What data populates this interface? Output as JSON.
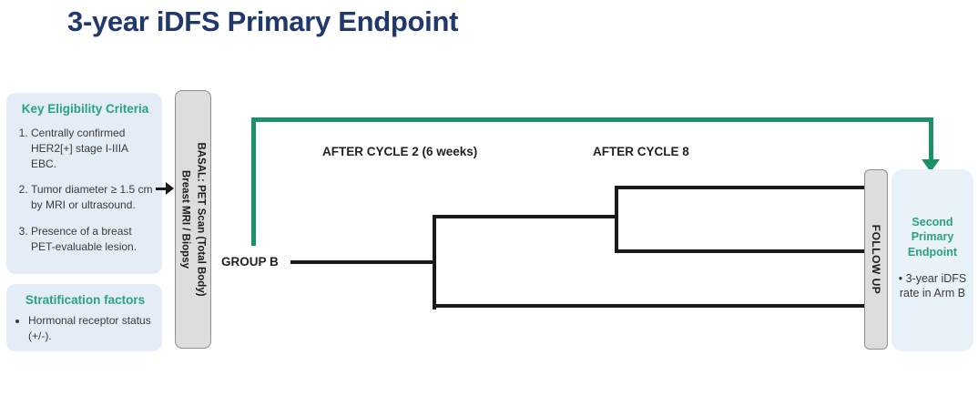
{
  "title": "3-year iDFS Primary Endpoint",
  "eligibility": {
    "heading": "Key Eligibility Criteria",
    "items": [
      "Centrally confirmed HER2[+] stage I-IIIA EBC.",
      "Tumor diameter ≥ 1.5 cm by MRI or ultrasound.",
      "Presence of a breast PET-evaluable lesion."
    ]
  },
  "stratification": {
    "heading": "Stratification factors",
    "items": [
      "Hormonal receptor status (+/-)."
    ]
  },
  "basal": {
    "line1": "BASAL:  PET Scan (Total Body)",
    "line2": "Breast MRI / Biopsy"
  },
  "timeline": {
    "after_cycle_2": "AFTER CYCLE 2 (6 weeks)",
    "after_cycle_8": "AFTER CYCLE 8",
    "group_label": "GROUP B"
  },
  "follow_up": {
    "label": "FOLLOW UP"
  },
  "endpoint": {
    "heading": "Second Primary Endpoint",
    "bullet": "• 3-year iDFS rate in Arm B"
  },
  "colors": {
    "title_navy": "#20386b",
    "green_line": "#1b9168",
    "heading_teal": "#2aa183",
    "box_bg": "#e4edf6",
    "endpoint_bg": "#e9f1f9",
    "bar_bg": "#dcdddd",
    "bar_border": "#8f8f8f",
    "line_black": "#1b1b1b",
    "body_text": "#3a3a3a"
  }
}
